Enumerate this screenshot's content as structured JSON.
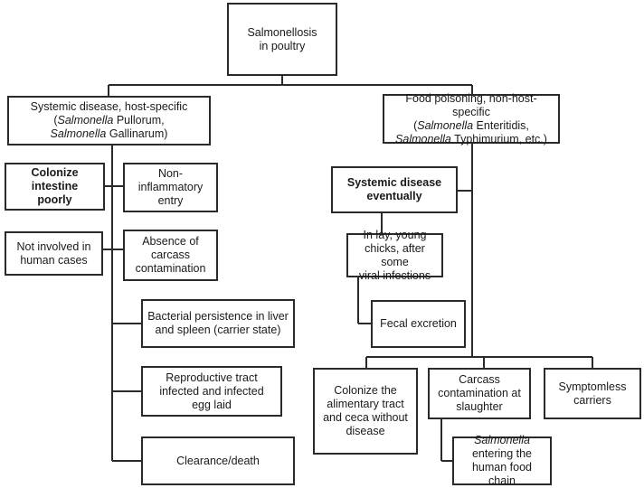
{
  "diagram": {
    "root": {
      "line1": "Salmonellosis",
      "line2": "in poultry"
    },
    "left_branch": {
      "header": {
        "line1": "Systemic disease, host-specific",
        "line2_genus": "Salmonella",
        "line2_rest": " Pullorum,",
        "line3_genus": "Salmonella",
        "line3_rest": " Gallinarum)",
        "line2_prefix": "("
      },
      "colonize_poorly": {
        "line1": "Colonize intestine",
        "line2": "poorly"
      },
      "non_inflammatory": {
        "line1": "Non-",
        "line2": "inflammatory",
        "line3": "entry"
      },
      "not_involved": {
        "line1": "Not involved in",
        "line2": "human cases"
      },
      "absence_contamination": {
        "line1": "Absence of",
        "line2": "carcass",
        "line3": "contamination"
      },
      "persistence": {
        "line1": "Bacterial persistence in liver",
        "line2": "and spleen (carrier state)"
      },
      "reproductive": {
        "line1": "Reproductive tract",
        "line2": "infected and infected",
        "line3": "egg laid"
      },
      "clearance": {
        "line1": "Clearance/death"
      }
    },
    "right_branch": {
      "header": {
        "line1": "Food poisoning, non-host-specific",
        "line2_prefix": "(",
        "line2_genus": "Salmonella",
        "line2_rest": " Enteritidis,",
        "line3_genus": "Salmonella",
        "line3_rest": " Typhimurium, etc.)"
      },
      "systemic_eventually": {
        "line1": "Systemic disease",
        "line2": "eventually"
      },
      "in_lay": {
        "line1": "In lay, young",
        "line2": "chicks, after some",
        "line3": "viral infections"
      },
      "fecal": {
        "line1": "Fecal excretion"
      },
      "colonize_tract": {
        "line1": "Colonize the",
        "line2": "alimentary tract",
        "line3": "and ceca without",
        "line4": "disease"
      },
      "carcass_slaughter": {
        "line1": "Carcass",
        "line2": "contamination at",
        "line3": "slaughter"
      },
      "symptomless": {
        "line1": "Symptomless",
        "line2": "carriers"
      },
      "food_chain": {
        "line1_genus": "Salmonella",
        "line2": "entering the",
        "line3": "human food chain"
      }
    }
  }
}
